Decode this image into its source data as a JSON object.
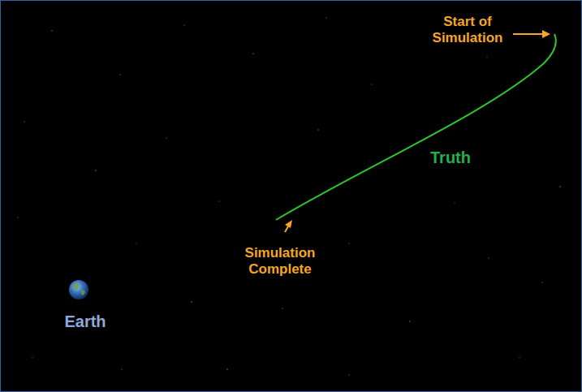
{
  "diagram": {
    "labels": [
      "Start of Simulation",
      "Truth",
      "Simulation Complete",
      "Earth"
    ]
  }
}
